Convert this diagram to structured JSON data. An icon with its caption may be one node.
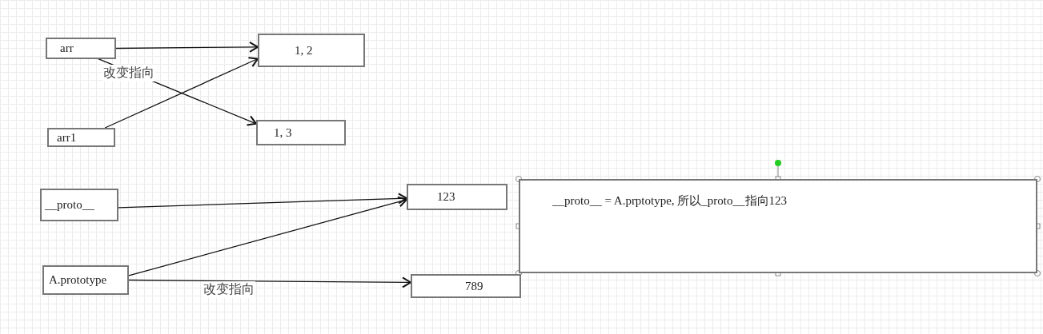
{
  "diagram": {
    "nodes": [
      {
        "text": [
          "arr"
        ]
      },
      {
        "text": [
          "1, 2"
        ]
      },
      {
        "text": [
          "arr1"
        ]
      },
      {
        "text": [
          "1, 3"
        ]
      },
      {
        "text": [
          "__proto__"
        ]
      },
      {
        "text": [
          "123"
        ]
      },
      {
        "text": [
          "A.prototype"
        ]
      },
      {
        "text": [
          "789"
        ]
      },
      {
        "text": [
          "__proto__ = A.prptotype, 所以_proto__指向123"
        ]
      }
    ],
    "edges": [
      {
        "from": 0,
        "to": 1,
        "arrow": "to"
      },
      {
        "from": 0,
        "to": 3,
        "arrow": "to",
        "label": "改变指向"
      },
      {
        "from": 2,
        "to": 1,
        "arrow": "to"
      },
      {
        "from": 4,
        "to": 5,
        "arrow": "to"
      },
      {
        "from": 6,
        "to": 5,
        "arrow": "to"
      },
      {
        "from": 6,
        "to": 7,
        "arrow": "to",
        "label": "改变指向"
      }
    ]
  }
}
